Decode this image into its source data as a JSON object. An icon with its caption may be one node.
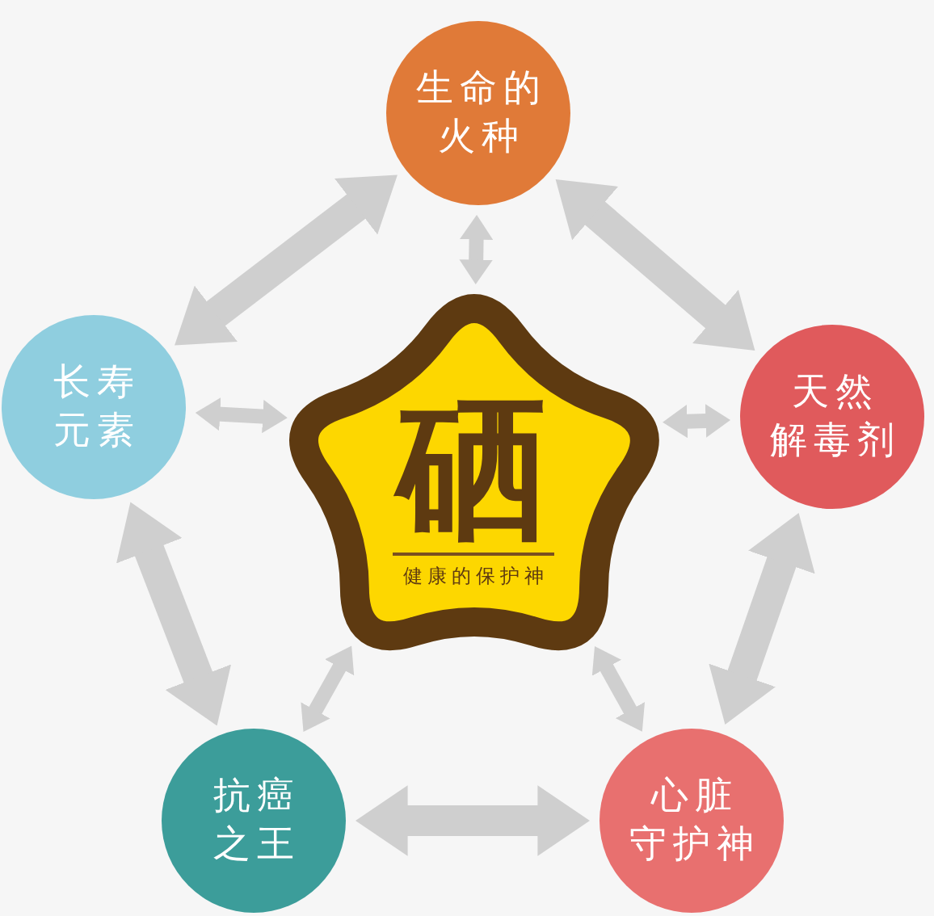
{
  "diagram": {
    "nodes": [
      {
        "text": [
          "生命的火种"
        ]
      },
      {
        "text": [
          "长寿元素"
        ]
      },
      {
        "text": [
          "硒",
          "健康的保护神"
        ]
      },
      {
        "text": [
          "天然解毒剂"
        ]
      },
      {
        "text": [
          "抗癌之王"
        ]
      },
      {
        "text": [
          "心脏守护神"
        ]
      }
    ],
    "edges": [
      {
        "from": 1,
        "to": 0,
        "arrow": "both",
        "style": "thick"
      },
      {
        "from": 0,
        "to": 3,
        "arrow": "both",
        "style": "thick"
      },
      {
        "from": 0,
        "to": 2,
        "arrow": "both"
      },
      {
        "from": 1,
        "to": 2,
        "arrow": "both"
      },
      {
        "from": 2,
        "to": 3,
        "arrow": "both"
      },
      {
        "from": 1,
        "to": 4,
        "arrow": "both",
        "style": "thick"
      },
      {
        "from": 3,
        "to": 5,
        "arrow": "both",
        "style": "thick"
      },
      {
        "from": 4,
        "to": 2,
        "arrow": "both"
      },
      {
        "from": 5,
        "to": 2,
        "arrow": "both"
      },
      {
        "from": 4,
        "to": 5,
        "arrow": "both",
        "style": "thick"
      }
    ]
  }
}
